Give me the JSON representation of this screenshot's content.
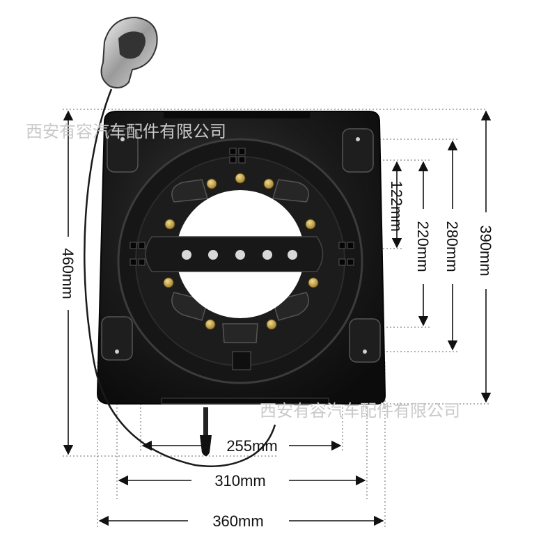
{
  "dimensions": {
    "width_360": "360mm",
    "width_310": "310mm",
    "width_255": "255mm",
    "height_460": "460mm",
    "height_390": "390mm",
    "height_280": "280mm",
    "height_220": "220mm",
    "height_122": "122mm"
  },
  "watermark": {
    "top": "西安有容汽车配件有限公司",
    "bottom": "西安有容汽车配件有限公司"
  },
  "colors": {
    "plate": "#141414",
    "dimension_line": "#111111",
    "bolt": "#c9a64a"
  }
}
